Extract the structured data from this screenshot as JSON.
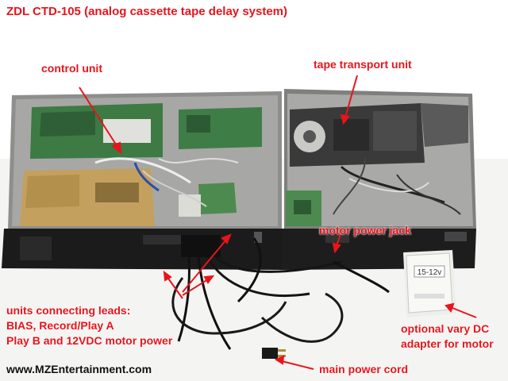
{
  "title": "ZDL CTD-105 (analog cassette tape delay system)",
  "labels": {
    "control_unit": "control unit",
    "tape_transport_unit": "tape transport unit",
    "motor_power_jack": "motor power jack",
    "connecting_leads": {
      "line1": "units connecting leads:",
      "line2": "BIAS, Record/Play A",
      "line3": "Play B and 12VDC motor power"
    },
    "dc_adapter": {
      "line1": "optional vary DC",
      "line2": "adapter for motor"
    },
    "main_power_cord": "main power cord"
  },
  "website": "www.MZEntertainment.com",
  "adapter_face_text": "15-12v",
  "colors": {
    "label_red": "#e8141b",
    "arrow_red": "#e8141b",
    "background": "#ffffff",
    "chassis_metal": "#9a9a98",
    "panel_black": "#1b1b1b",
    "pcb_green": "#3d7a44"
  }
}
